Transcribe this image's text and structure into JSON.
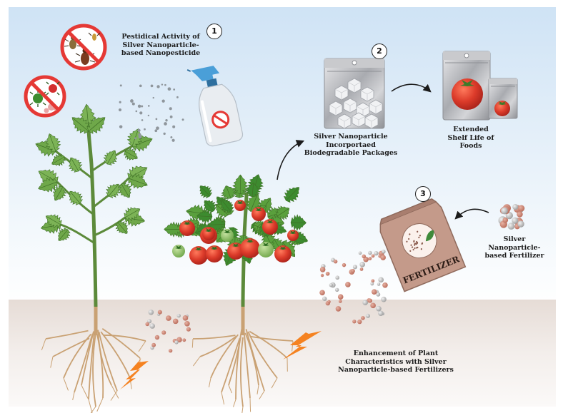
{
  "labels": {
    "pesticide": "Pestidical Activity of\nSilver Nanoparticle-\nbased Nanopesticide",
    "packages": "Silver Nanoparticle\nIncorportaed\nBiodegradable Packages",
    "shelf_life": "Extended\nShelf Life of\nFoods",
    "fertilizer": "Silver\nNanoparticle-\nbased Fertilizer",
    "enhancement": "Enhancement of Plant\nCharacteristics with Silver\nNanoparticle-based Fertilizers"
  },
  "steps": [
    "1",
    "2",
    "3"
  ],
  "bag_text": "FERTILIZER",
  "colors": {
    "sky_top": "#cfe3f5",
    "soil": "#ece4df",
    "leaf": "#6fa84a",
    "leaf_dark": "#4e8a32",
    "stem": "#5c8a3a",
    "root": "#c9a173",
    "tomato": "#d93a2b",
    "prohibit": "#e53935",
    "lightning": "#f58220",
    "bag": "#c49a8a"
  },
  "icons": [
    "prohibition-sign-icon",
    "insect-icon",
    "microbe-icon",
    "spray-bottle-icon",
    "lightning-icon",
    "arrow-icon",
    "tomato-icon",
    "package-icon",
    "fertilizer-bag-icon"
  ]
}
